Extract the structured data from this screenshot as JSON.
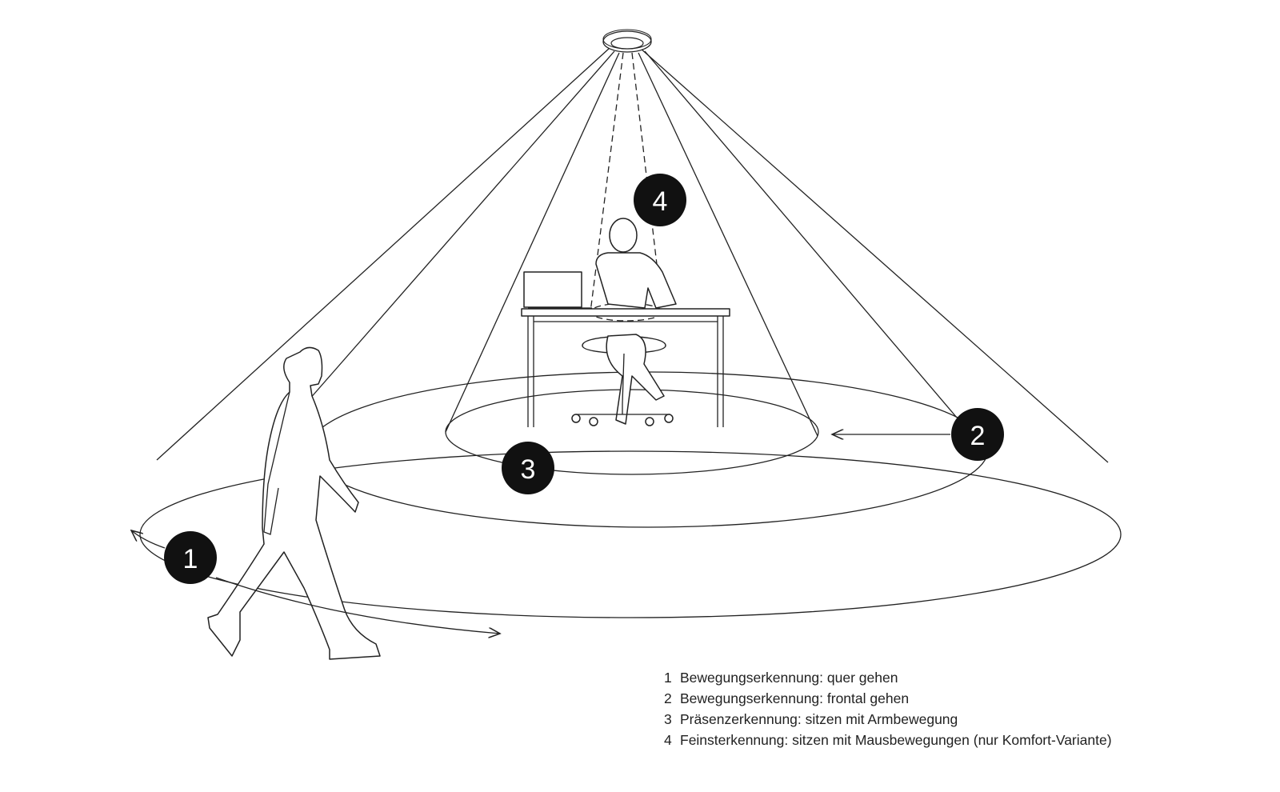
{
  "badges": [
    {
      "number": "1"
    },
    {
      "number": "2"
    },
    {
      "number": "3"
    },
    {
      "number": "4"
    }
  ],
  "legend": [
    {
      "number": "1",
      "text": "Bewegungserkennung: quer gehen"
    },
    {
      "number": "2",
      "text": "Bewegungserkennung: frontal gehen"
    },
    {
      "number": "3",
      "text": "Präsenzerkennung: sitzen mit Armbewegung"
    },
    {
      "number": "4",
      "text": "Feinsterkennung: sitzen mit Mausbewegungen (nur Komfort-Variante)"
    }
  ]
}
